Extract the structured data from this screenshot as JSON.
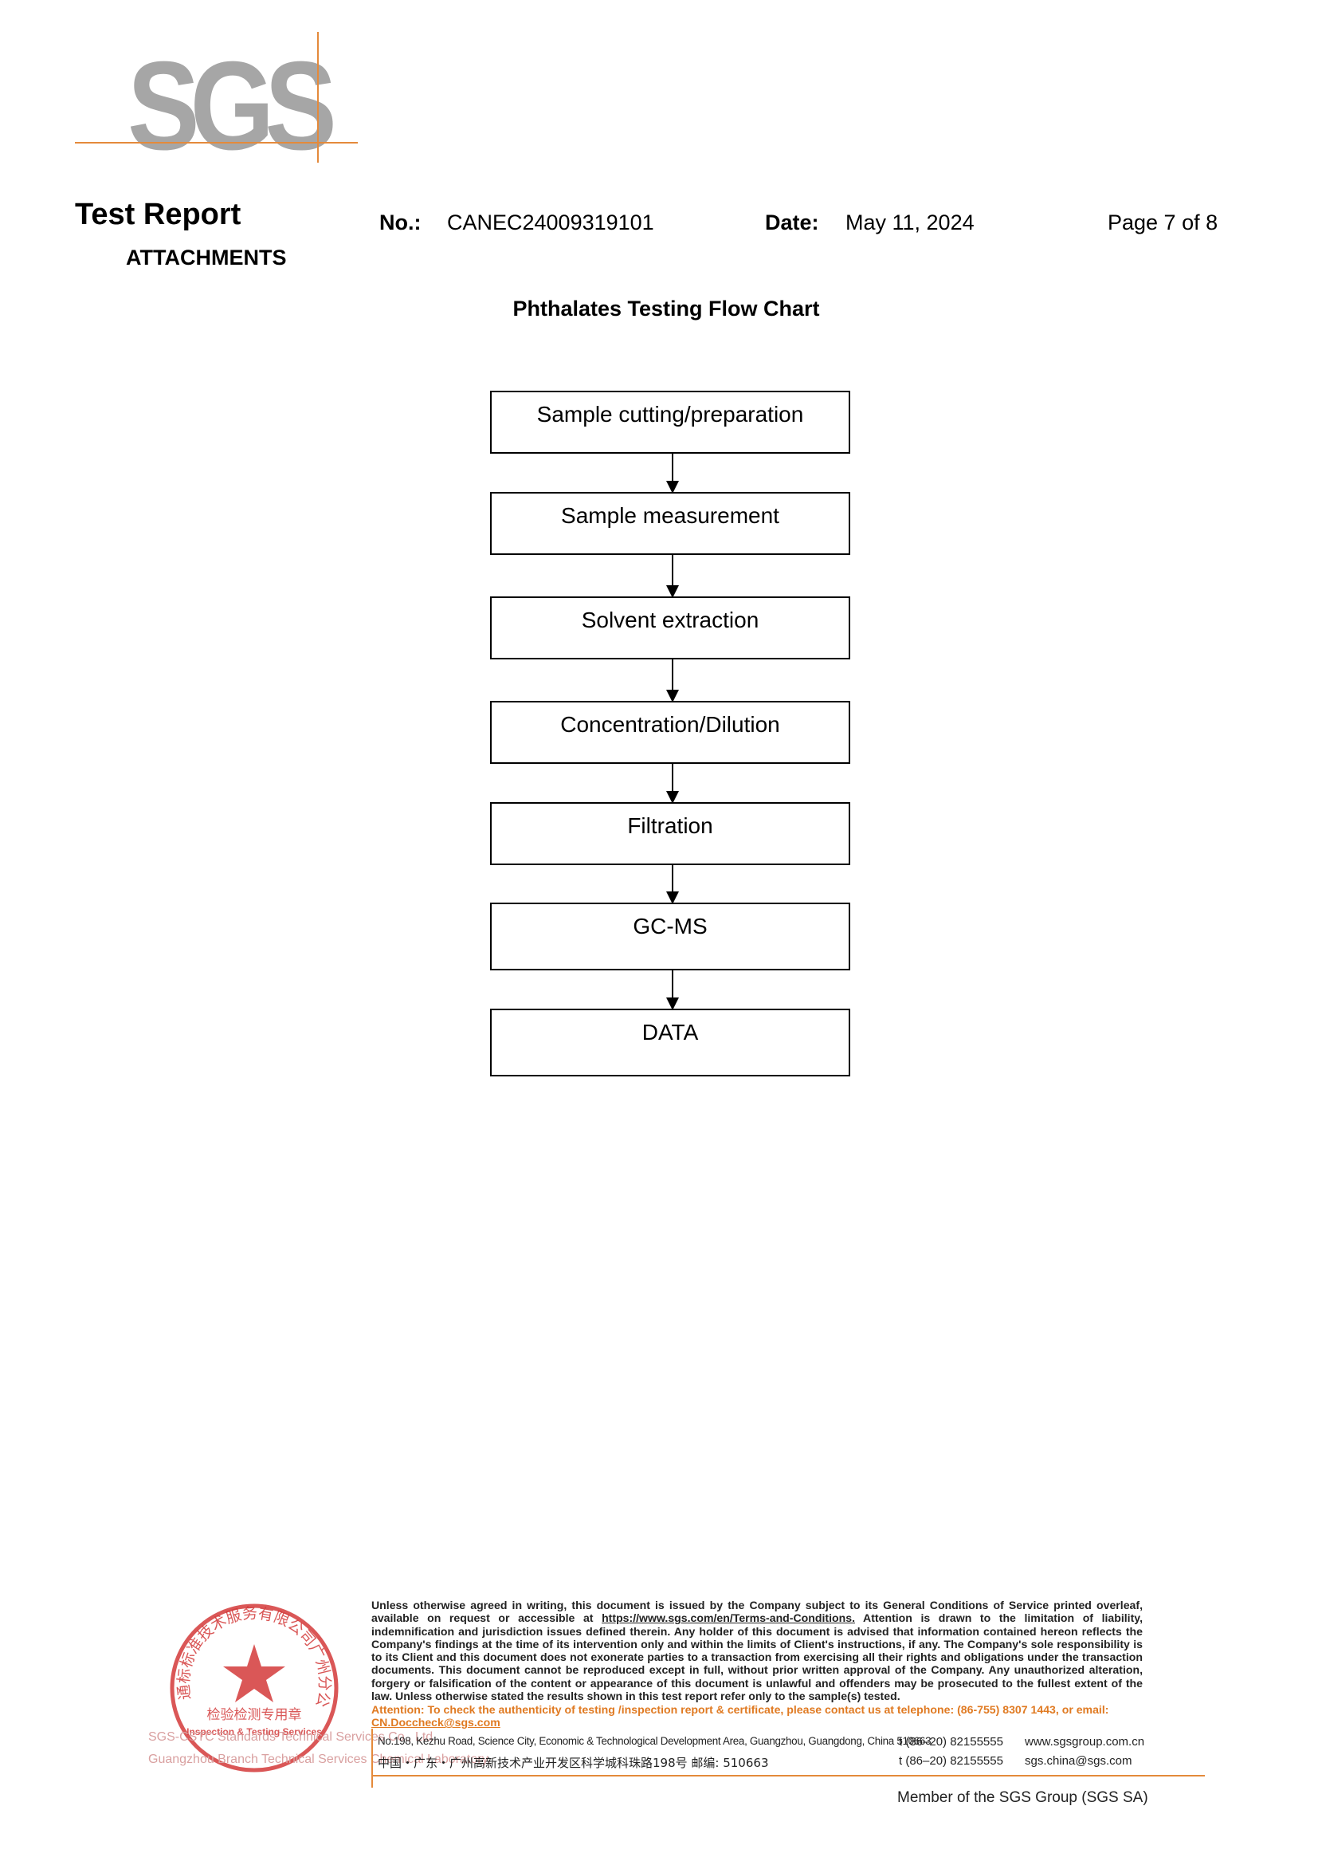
{
  "logo": {
    "text": "SGS",
    "accent_color": "#e48a3b",
    "gray": "#a6a6a6"
  },
  "header": {
    "title": "Test Report",
    "subtitle": "ATTACHMENTS",
    "no_label": "No.:",
    "no_value": "CANEC24009319101",
    "date_label": "Date:",
    "date_value": "May 11, 2024",
    "page": "Page 7 of 8"
  },
  "flowchart": {
    "title": "Phthalates Testing Flow Chart",
    "steps": [
      "Sample cutting/preparation",
      "Sample measurement",
      "Solvent extraction",
      "Concentration/Dilution",
      "Filtration",
      "GC-MS",
      "DATA"
    ]
  },
  "footer": {
    "seal": {
      "top_text": "通标标准技术服务有限公司广州分公司",
      "center_text": "检验检测专用章",
      "bottom_text": "Inspection & Testing Services",
      "color": "#d33a3a"
    },
    "seal_sub_1": "SGS-CSTC Standards Technical Services Co., Ltd.",
    "seal_sub_2": "Guangzhou Branch Technical Services Chemical Laboratory.",
    "disclaimer_pre": "Unless otherwise agreed in writing, this document is issued by the Company subject to its General Conditions of Service printed overleaf, available on request or accessible at ",
    "disclaimer_link": "https://www.sgs.com/en/Terms-and-Conditions.",
    "disclaimer_post": " Attention is drawn to the limitation of liability, indemnification and jurisdiction issues defined therein. Any holder of this document is advised that information contained hereon reflects the Company's findings at the time of its intervention only and within the limits of Client's instructions, if any. The Company's sole responsibility is to its Client and this document does not exonerate parties to a transaction from exercising all their rights and obligations under the transaction documents. This document cannot be reproduced except in full, without prior written approval of the Company. Any unauthorized alteration, forgery or falsification of the content or appearance of this document is unlawful and offenders may be prosecuted to the fullest extent of the law. Unless otherwise stated the results shown in this test report refer only to the sample(s) tested.",
    "attention": "Attention: To check the authenticity of testing /inspection report & certificate, please contact us at telephone: (86-755) 8307 1443, or email: ",
    "attention_email": "CN.Doccheck@sgs.com",
    "address_en": "No.198, Kezhu Road, Science City, Economic & Technological Development Area, Guangzhou, Guangdong, China  510663",
    "address_cn": "中国・广东・广州高新技术产业开发区科学城科珠路198号    邮编: 510663",
    "phone_1": "t (86–20) 82155555",
    "phone_2": "t (86–20) 82155555",
    "web": "www.sgsgroup.com.cn",
    "email": "sgs.china@sgs.com",
    "member": "Member of the SGS Group (SGS SA)"
  }
}
